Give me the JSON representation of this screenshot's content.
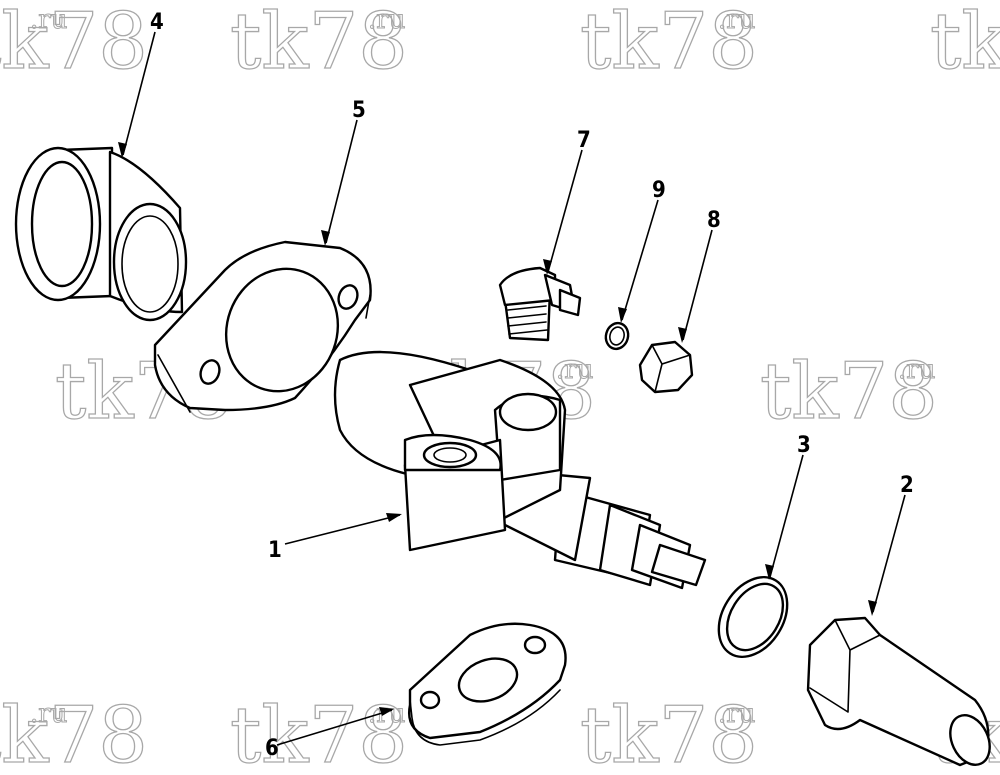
{
  "watermark": {
    "text": "tk78",
    "suffix": ".ru"
  },
  "callouts": [
    "1",
    "2",
    "3",
    "4",
    "5",
    "6",
    "7",
    "8",
    "9"
  ],
  "parts": [
    {
      "id": "1",
      "icon": "valve-body-icon"
    },
    {
      "id": "2",
      "icon": "hex-cap-icon"
    },
    {
      "id": "3",
      "icon": "o-ring-icon"
    },
    {
      "id": "4",
      "icon": "flanged-sleeve-icon"
    },
    {
      "id": "5",
      "icon": "large-gasket-icon"
    },
    {
      "id": "6",
      "icon": "small-gasket-icon"
    },
    {
      "id": "7",
      "icon": "elbow-fitting-icon"
    },
    {
      "id": "8",
      "icon": "hex-plug-icon"
    },
    {
      "id": "9",
      "icon": "small-o-ring-icon"
    }
  ]
}
